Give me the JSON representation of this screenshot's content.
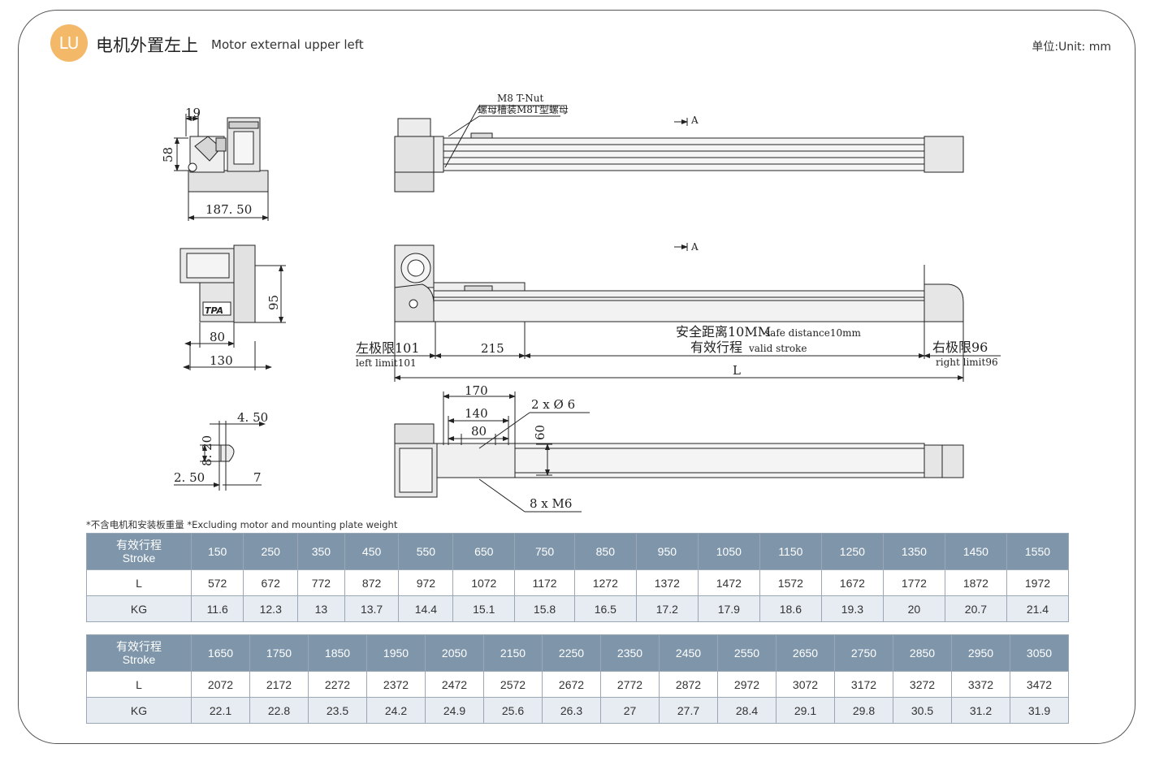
{
  "header": {
    "badge": "LU",
    "title_cn": "电机外置左上",
    "title_en": "Motor external  upper left",
    "unit": "单位:Unit: mm"
  },
  "drawing_labels": {
    "tnut_en": "M8 T-Nut",
    "tnut_cn": "螺母槽装M8T型螺母",
    "section_a1": "A",
    "section_a2": "A",
    "d19": "19",
    "d58": "58",
    "d187": "187. 50",
    "d95": "95",
    "d80": "80",
    "d130": "130",
    "d450": "4. 50",
    "d820": "8. 20",
    "d250": "2. 50",
    "d7": "7",
    "left_limit_cn": "左极限101",
    "left_limit_en": "left limit101",
    "d215": "215",
    "safe_cn": "安全距离10MM",
    "safe_en": "safe distance10mm",
    "stroke_cn": "有效行程",
    "stroke_en": "valid stroke",
    "right_limit_cn": "右极限96",
    "right_limit_en": "right limit96",
    "dL": "L",
    "d170": "170",
    "d140": "140",
    "d80b": "80",
    "d60": "60",
    "holes": "2  x  Ø  6",
    "m6": "8  x   M6",
    "logo": "TPA"
  },
  "note": "*不含电机和安装板重量  *Excluding motor and mounting plate weight",
  "tables": {
    "row_label_stroke_cn": "有效行程",
    "row_label_stroke_en": "Stroke",
    "row_label_L": "L",
    "row_label_KG": "KG",
    "t1": {
      "stroke": [
        "150",
        "250",
        "350",
        "450",
        "550",
        "650",
        "750",
        "850",
        "950",
        "1050",
        "1150",
        "1250",
        "1350",
        "1450",
        "1550"
      ],
      "L": [
        "572",
        "672",
        "772",
        "872",
        "972",
        "1072",
        "1172",
        "1272",
        "1372",
        "1472",
        "1572",
        "1672",
        "1772",
        "1872",
        "1972"
      ],
      "KG": [
        "11.6",
        "12.3",
        "13",
        "13.7",
        "14.4",
        "15.1",
        "15.8",
        "16.5",
        "17.2",
        "17.9",
        "18.6",
        "19.3",
        "20",
        "20.7",
        "21.4"
      ]
    },
    "t2": {
      "stroke": [
        "1650",
        "1750",
        "1850",
        "1950",
        "2050",
        "2150",
        "2250",
        "2350",
        "2450",
        "2550",
        "2650",
        "2750",
        "2850",
        "2950",
        "3050"
      ],
      "L": [
        "2072",
        "2172",
        "2272",
        "2372",
        "2472",
        "2572",
        "2672",
        "2772",
        "2872",
        "2972",
        "3072",
        "3172",
        "3272",
        "3372",
        "3472"
      ],
      "KG": [
        "22.1",
        "22.8",
        "23.5",
        "24.2",
        "24.9",
        "25.6",
        "26.3",
        "27",
        "27.7",
        "28.4",
        "29.1",
        "29.8",
        "30.5",
        "31.2",
        "31.9"
      ]
    }
  }
}
